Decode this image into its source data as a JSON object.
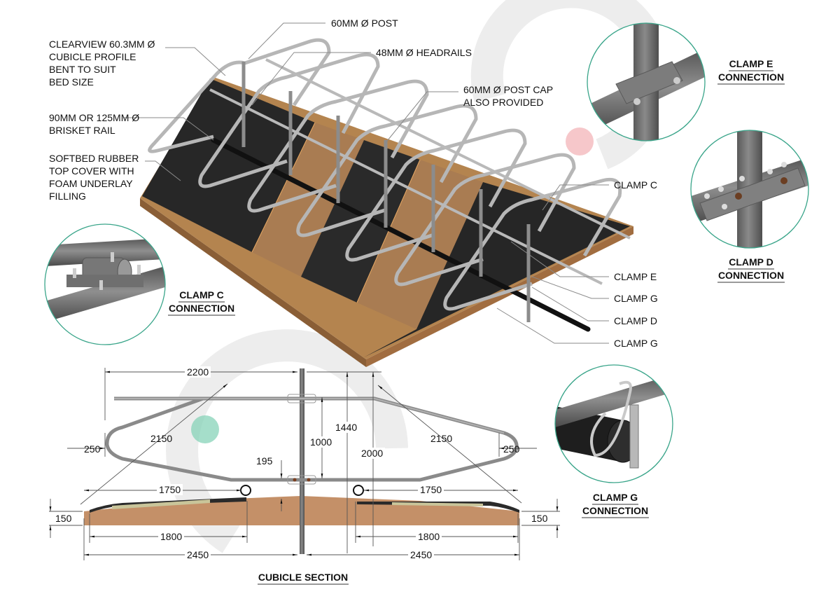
{
  "title": "Clearview cubicle assembly drawing",
  "callouts": {
    "profile": "CLEARVIEW 60.3MM Ø\nCUBICLE PROFILE\nBENT TO SUIT\nBED SIZE",
    "brisket": "90MM OR 125MM Ø\nBRISKET RAIL",
    "softbed": "SOFTBED RUBBER\nTOP COVER WITH\nFOAM UNDERLAY\nFILLING",
    "post": "60MM Ø POST",
    "headrails": "48MM Ø HEADRAILS",
    "post_cap": "60MM Ø POST CAP\nALSO PROVIDED",
    "clamp_c": "CLAMP C",
    "clamp_e": "CLAMP E",
    "clamp_g_upper": "CLAMP G",
    "clamp_d": "CLAMP D",
    "clamp_g_lower": "CLAMP G"
  },
  "detail_views": [
    {
      "id": "clamp-e",
      "line1": "CLAMP E",
      "line2": "CONNECTION"
    },
    {
      "id": "clamp-d",
      "line1": "CLAMP D",
      "line2": "CONNECTION"
    },
    {
      "id": "clamp-c",
      "line1": "CLAMP C",
      "line2": "CONNECTION"
    },
    {
      "id": "clamp-g",
      "line1": "CLAMP G",
      "line2": "CONNECTION"
    }
  ],
  "section": {
    "title": "CUBICLE SECTION",
    "dimensions": {
      "top_length": "2200",
      "diag_left": "2150",
      "diag_right": "2150",
      "end_left": "250",
      "end_right": "250",
      "post_offset": "195",
      "rail_spacing": "1000",
      "overall_height": "1440",
      "cap_height": "2000",
      "lower_left": "1750",
      "lower_right": "1750",
      "bed_left": "1800",
      "bed_right": "1800",
      "overall_left": "2450",
      "overall_right": "2450",
      "bed_thick_left": "150",
      "bed_thick_right": "150"
    }
  },
  "colors": {
    "accent_circle": "#3aa58a",
    "bed_wood": "#b8875c",
    "rubber": "#2a2a2a",
    "steel": "#9a9a9a",
    "leader": "#8a8a8a"
  }
}
